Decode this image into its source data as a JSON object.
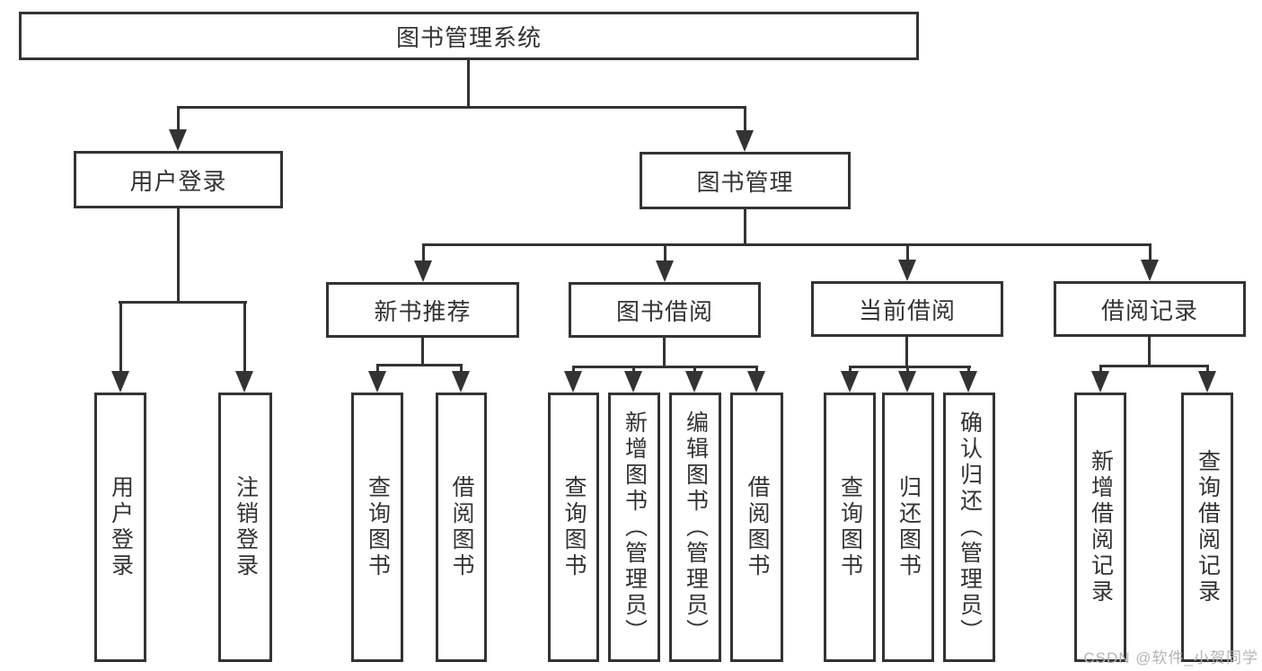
{
  "nodes": {
    "root": "图书管理系统",
    "user_login": "用户登录",
    "book_management": "图书管理",
    "new_book_recommend": "新书推荐",
    "book_borrow": "图书借阅",
    "current_borrow": "当前借阅",
    "borrow_records": "借阅记录"
  },
  "leaves": {
    "login": "用户登录",
    "logout": "注销登录",
    "rec_query_book": "查询图书",
    "rec_borrow_book": "借阅图书",
    "borrow_query_book": "查询图书",
    "borrow_add_book": "新增图书（管理员）",
    "borrow_edit_book": "编辑图书（管理员）",
    "borrow_borrow_book": "借阅图书",
    "current_query_book": "查询图书",
    "current_return_book": "归还图书",
    "current_confirm_return": "确认归还（管理员）",
    "records_add_record": "新增借阅记录",
    "records_query_record": "查询借阅记录"
  },
  "watermark": "CSDN @软件_小贺同学",
  "colors": {
    "line": "#333333",
    "text": "#333333",
    "watermark": "#b4b4b4",
    "background": "#ffffff"
  }
}
